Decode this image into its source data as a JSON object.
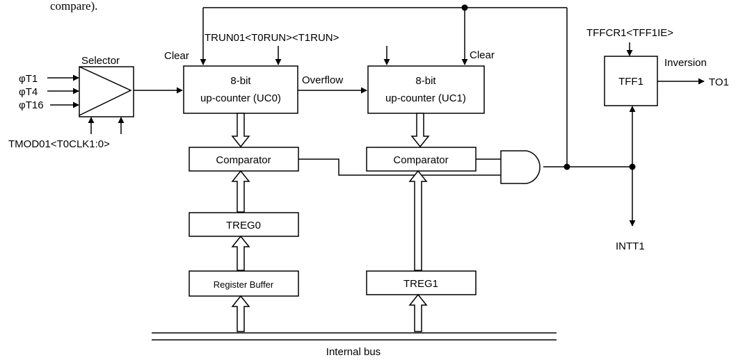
{
  "page_text": "compare).",
  "selector": {
    "title": "Selector",
    "inputs": [
      "φT1",
      "φT4",
      "φT16"
    ],
    "control": "TMOD01<T0CLK1:0>"
  },
  "counter0": {
    "line1": "8-bit",
    "line2": "up-counter (UC0)",
    "clear": "Clear"
  },
  "counter1": {
    "line1": "8-bit",
    "line2": "up-counter (UC1)",
    "clear": "Clear"
  },
  "run_control": "TRUN01<T0RUN><T1RUN>",
  "overflow": "Overflow",
  "comparator0": "Comparator",
  "comparator1": "Comparator",
  "treg0": "TREG0",
  "register_buffer": "Register Buffer",
  "treg1": "TREG1",
  "tff": {
    "label": "TFF1",
    "control": "TFFCR1<TFF1IE>",
    "inversion": "Inversion",
    "output": "TO1"
  },
  "interrupt": "INTT1",
  "bus": "Internal bus",
  "icons": {
    "arrow": "arrow-icon",
    "hollow_arrow": "hollow-arrow-icon",
    "and_gate": "and-gate-icon",
    "selector": "selector-triangle-icon"
  }
}
